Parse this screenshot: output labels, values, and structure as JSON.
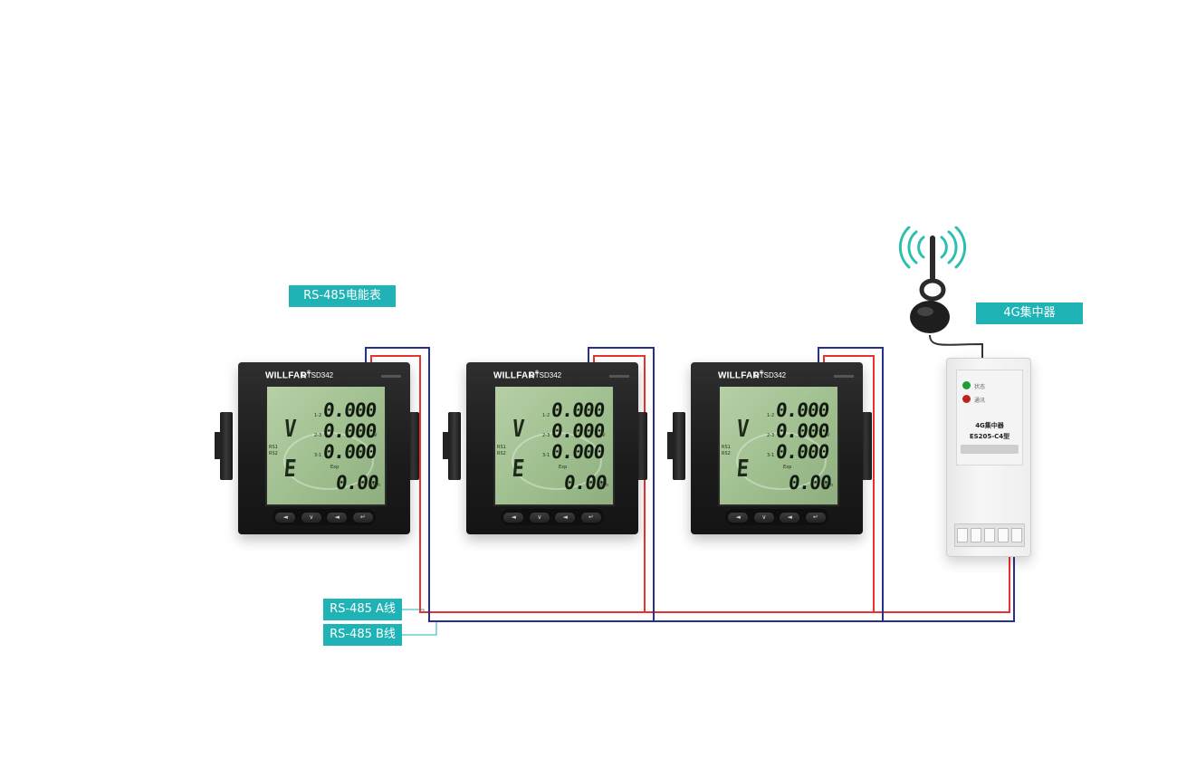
{
  "labels": {
    "meter_tag": "RS-485电能表",
    "collector_tag": "4G集中器",
    "wire_a_tag": "RS-485 A线",
    "wire_b_tag": "RS-485 B线"
  },
  "meters": [
    {
      "brand": "WILLFAR",
      "reg_mark": "®",
      "model": "DTSD342",
      "symbol_v": "V",
      "symbol_e": "E",
      "row_labels": [
        "1-2",
        "2-3",
        "3-1"
      ],
      "readings": [
        "0.000",
        "0.000",
        "0.000"
      ],
      "unit_v": "V",
      "small_labels": [
        "RS1",
        "RS2"
      ],
      "exp_label": "Exp",
      "energy": "0.00",
      "energy_unit": "kWh",
      "keys": [
        "◄",
        "∨",
        "◄",
        "↵"
      ]
    },
    {
      "brand": "WILLFAR",
      "reg_mark": "®",
      "model": "DTSD342",
      "symbol_v": "V",
      "symbol_e": "E",
      "row_labels": [
        "1-2",
        "2-3",
        "3-1"
      ],
      "readings": [
        "0.000",
        "0.000",
        "0.000"
      ],
      "unit_v": "V",
      "small_labels": [
        "RS1",
        "RS2"
      ],
      "exp_label": "Exp",
      "energy": "0.00",
      "energy_unit": "kWh",
      "keys": [
        "◄",
        "∨",
        "◄",
        "↵"
      ]
    },
    {
      "brand": "WILLFAR",
      "reg_mark": "®",
      "model": "DTSD342",
      "symbol_v": "V",
      "symbol_e": "E",
      "row_labels": [
        "1-2",
        "2-3",
        "3-1"
      ],
      "readings": [
        "0.000",
        "0.000",
        "0.000"
      ],
      "unit_v": "V",
      "small_labels": [
        "RS1",
        "RS2"
      ],
      "exp_label": "Exp",
      "energy": "0.00",
      "energy_unit": "kWh",
      "keys": [
        "◄",
        "∨",
        "◄",
        "↵"
      ]
    }
  ],
  "collector": {
    "led_status_label": "状态",
    "led_comm_label": "通讯",
    "name_line1": "4G集中器",
    "name_line2": "ES205-C4型"
  },
  "colors": {
    "accent": "#1fb3b5",
    "wire_a": "#e8322f",
    "wire_b": "#28308f",
    "lcd": "#a9c699",
    "led_green": "#1e9e3a",
    "led_red": "#b8261e"
  },
  "icons": {
    "antenna": "antenna-signal-icon"
  }
}
